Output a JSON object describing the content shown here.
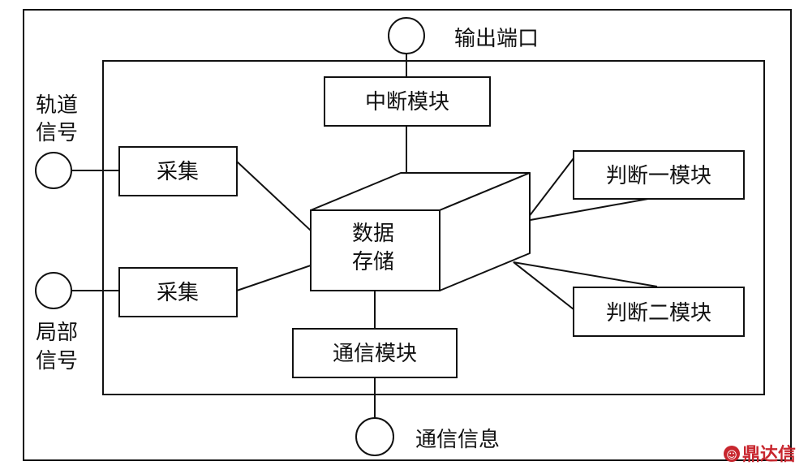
{
  "diagram": {
    "output_port_label": "输出端口",
    "interrupt_module": "中断模块",
    "track_signal": [
      "轨道",
      "信号"
    ],
    "local_signal": [
      "局部",
      "信号"
    ],
    "collect_top": "采集",
    "collect_bottom": "采集",
    "data_storage": [
      "数据",
      "存储"
    ],
    "judge_one_module": "判断一模块",
    "judge_two_module": "判断二模块",
    "comm_module": "通信模块",
    "comm_info_label": "通信信息"
  },
  "watermark": {
    "text": "鼎达信",
    "color": "#c8262e"
  }
}
